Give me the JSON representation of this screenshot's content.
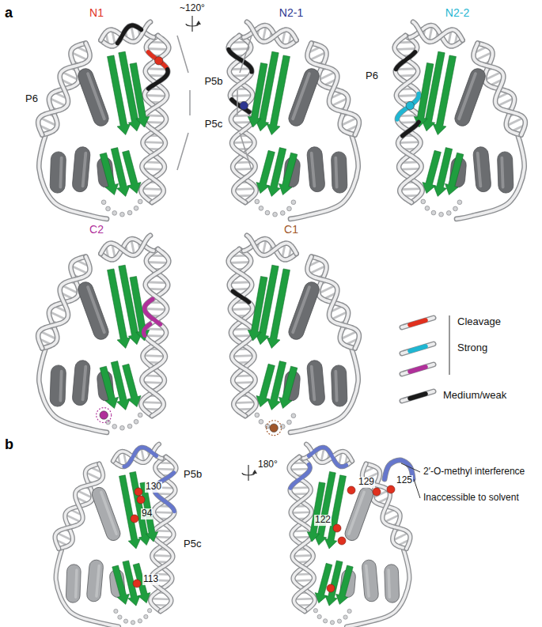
{
  "diagram": {
    "labels": [
      "a",
      "N1",
      "~120°",
      "N2-1",
      "N2-2",
      "P6",
      "P5b",
      "P5c",
      "P6",
      "C2",
      "C1",
      "b",
      "P5b",
      "P5c",
      "130",
      "94",
      "113",
      "180°",
      "129",
      "125",
      "122",
      "2′-O-methyl interference",
      "Inaccessible to solvent"
    ],
    "legend": [
      {
        "text": "Cleavage",
        "color": "#e0301e"
      },
      {
        "text": "Strong",
        "color": "#1fb6d2"
      },
      {
        "text": "Medium/weak",
        "color": "#1a1a1a"
      }
    ]
  }
}
